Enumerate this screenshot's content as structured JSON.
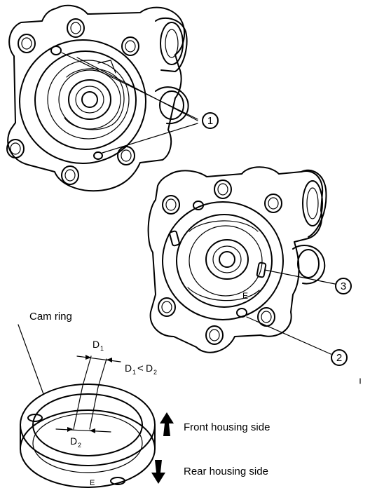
{
  "labels": {
    "callout_1": "1",
    "callout_2": "2",
    "callout_3": "3",
    "cam_ring": "Cam ring",
    "d1": "D",
    "d1_sub": "1",
    "d2": "D",
    "d2_sub": "2",
    "relation_left": "D",
    "relation_left_sub": "1",
    "relation_op": "<",
    "relation_right": "D",
    "relation_right_sub": "2",
    "front_housing": "Front housing side",
    "rear_housing": "Rear housing side",
    "mark_e_top": "E",
    "mark_e_ring": "E"
  }
}
